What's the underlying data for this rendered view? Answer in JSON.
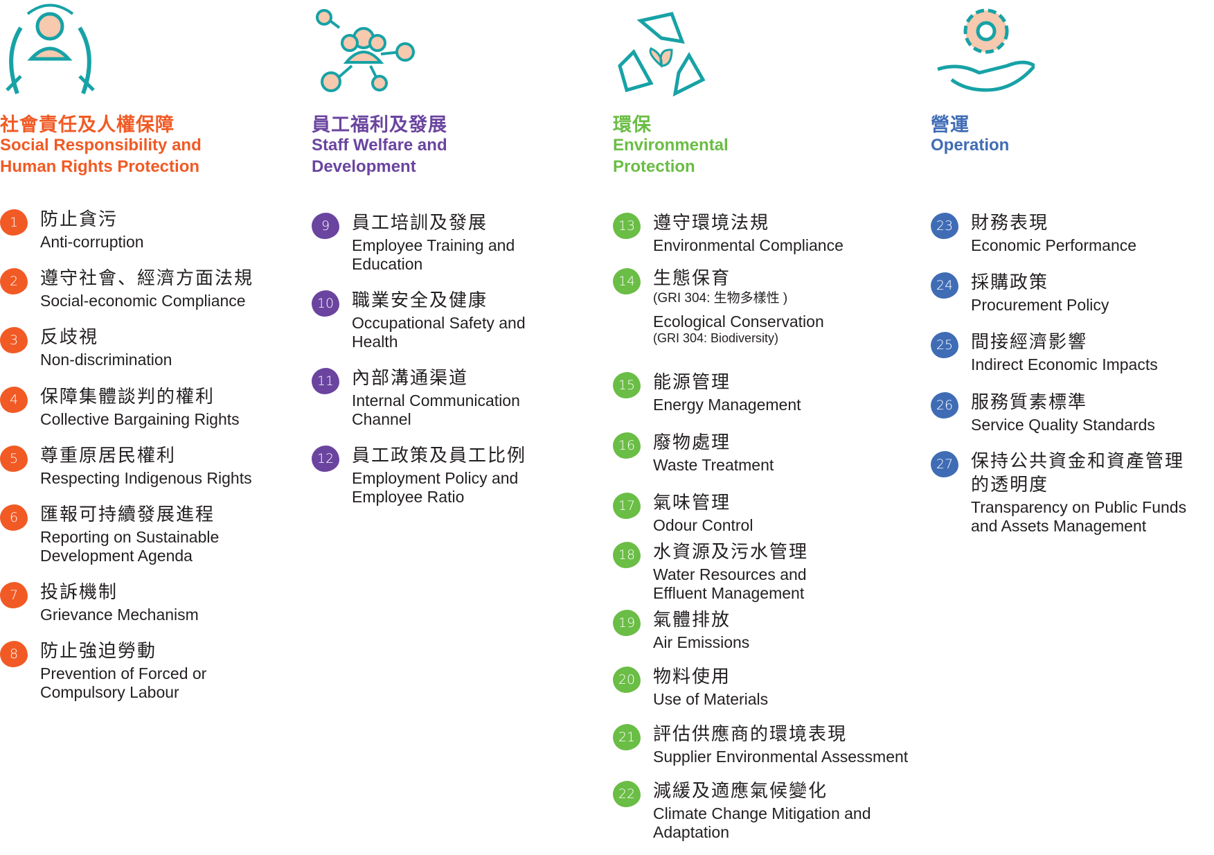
{
  "colors": {
    "social": "#f15a24",
    "staff": "#6a449f",
    "env": "#6abd45",
    "ops": "#3f6cb5",
    "icon": "#17a2a6",
    "icon_fill": "#f7c9ae"
  },
  "categories": [
    {
      "key": "social",
      "icon": "hands-person-icon",
      "cn": "社會責任及人權保障",
      "en": "Social Responsibility and\nHuman Rights Protection",
      "items": [
        {
          "n": "1",
          "cn": "防止貪污",
          "en": "Anti-corruption"
        },
        {
          "n": "2",
          "cn": "遵守社會、經濟方面法規",
          "en": "Social-economic Compliance"
        },
        {
          "n": "3",
          "cn": "反歧視",
          "en": "Non-discrimination"
        },
        {
          "n": "4",
          "cn": "保障集體談判的權利",
          "en": "Collective Bargaining Rights"
        },
        {
          "n": "5",
          "cn": "尊重原居民權利",
          "en": "Respecting Indigenous Rights"
        },
        {
          "n": "6",
          "cn": "匯報可持續發展進程",
          "en": "Reporting on Sustainable\nDevelopment Agenda"
        },
        {
          "n": "7",
          "cn": "投訴機制",
          "en": "Grievance Mechanism"
        },
        {
          "n": "8",
          "cn": "防止強迫勞動",
          "en": "Prevention of Forced or\nCompulsory Labour"
        }
      ]
    },
    {
      "key": "staff",
      "icon": "people-network-icon",
      "cn": "員工福利及發展",
      "en": "Staff Welfare and\nDevelopment",
      "items": [
        {
          "n": "9",
          "cn": "員工培訓及發展",
          "en": "Employee Training and\nEducation"
        },
        {
          "n": "10",
          "cn": "職業安全及健康",
          "en": "Occupational Safety and\nHealth"
        },
        {
          "n": "11",
          "cn": "內部溝通渠道",
          "en": "Internal Communication\nChannel"
        },
        {
          "n": "12",
          "cn": "員工政策及員工比例",
          "en": "Employment Policy and\nEmployee Ratio"
        }
      ]
    },
    {
      "key": "env",
      "icon": "recycle-leaf-icon",
      "cn": "環保",
      "en": "Environmental\nProtection",
      "items": [
        {
          "n": "13",
          "cn": "遵守環境法規",
          "en": "Environmental Compliance"
        },
        {
          "n": "14",
          "cn": "生態保育",
          "gri_cn": "(GRI 304: 生物多樣性 )",
          "en": "Ecological Conservation",
          "gri_en": "(GRI 304: Biodiversity)"
        },
        {
          "n": "15",
          "cn": "能源管理",
          "en": "Energy Management"
        },
        {
          "n": "16",
          "cn": "廢物處理",
          "en": "Waste Treatment"
        },
        {
          "n": "17",
          "cn": "氣味管理",
          "en": "Odour Control"
        },
        {
          "n": "18",
          "cn": "水資源及污水管理",
          "en": "Water Resources and\nEffluent Management"
        },
        {
          "n": "19",
          "cn": "氣體排放",
          "en": "Air Emissions"
        },
        {
          "n": "20",
          "cn": "物料使用",
          "en": "Use of Materials"
        },
        {
          "n": "21",
          "cn": "評估供應商的環境表現",
          "en": "Supplier Environmental Assessment"
        },
        {
          "n": "22",
          "cn": "減緩及適應氣候變化",
          "en": "Climate Change Mitigation and\nAdaptation"
        }
      ]
    },
    {
      "key": "ops",
      "icon": "gear-hand-icon",
      "cn": "營運",
      "en": "Operation",
      "items": [
        {
          "n": "23",
          "cn": "財務表現",
          "en": "Economic Performance"
        },
        {
          "n": "24",
          "cn": "採購政策",
          "en": "Procurement Policy"
        },
        {
          "n": "25",
          "cn": "間接經濟影響",
          "en": "Indirect Economic Impacts"
        },
        {
          "n": "26",
          "cn": "服務質素標準",
          "en": "Service Quality Standards"
        },
        {
          "n": "27",
          "cn": "保持公共資金和資產管理\n的透明度",
          "en": "Transparency on Public Funds\nand Assets Management"
        }
      ]
    }
  ]
}
